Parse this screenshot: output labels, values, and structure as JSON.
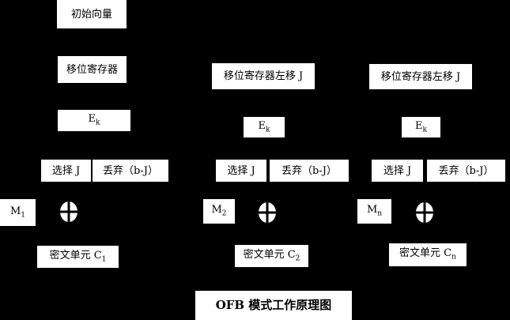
{
  "colors": {
    "background": "#000000",
    "box_fill": "#ffffff",
    "box_text": "#000000"
  },
  "icons": {
    "xor": "xor-circle-plus"
  },
  "title": "OFB 模式工作原理图",
  "col1": {
    "initial_vector": "初始向量",
    "shift_register": "移位寄存器",
    "encrypt_base": "E",
    "encrypt_sub": "k",
    "select": "选择 J",
    "discard": "丢弃（b-J）",
    "plaintext_base": "M",
    "plaintext_sub": "1",
    "ciphertext_base": "密文单元 C",
    "ciphertext_sub": "1"
  },
  "col2": {
    "shift_register": "移位寄存器左移 J",
    "encrypt_base": "E",
    "encrypt_sub": "k",
    "select": "选择 J",
    "discard": "丢弃（b-J）",
    "plaintext_base": "M",
    "plaintext_sub": "2",
    "ciphertext_base": "密文单元 C",
    "ciphertext_sub": "2"
  },
  "col3": {
    "shift_register": "移位寄存器左移 J",
    "encrypt_base": "E",
    "encrypt_sub": "k",
    "select": "选择 J",
    "discard": "丢弃（b-J）",
    "plaintext_base": "M",
    "plaintext_sub": "n",
    "ciphertext_base": "密文单元 C",
    "ciphertext_sub": "n"
  }
}
